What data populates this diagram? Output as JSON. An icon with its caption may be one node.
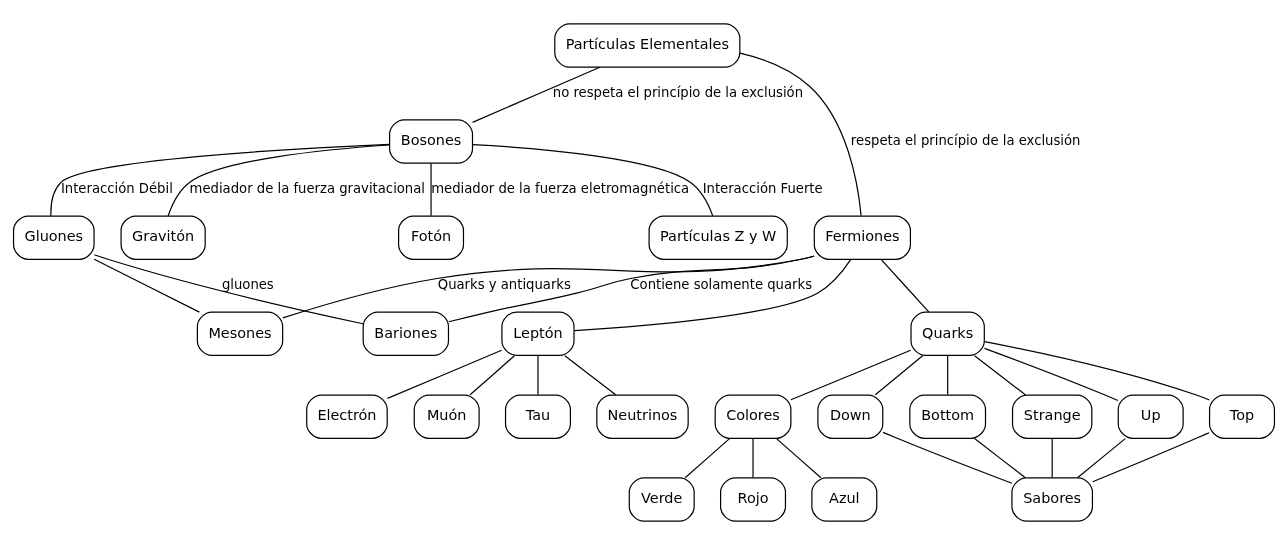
{
  "diagram": {
    "nodes": [
      {
        "text": [
          "Partículas Elementales"
        ]
      },
      {
        "text": [
          "Fermiones"
        ]
      },
      {
        "text": [
          "Bosones"
        ]
      },
      {
        "text": [
          "Partículas Z y W"
        ]
      },
      {
        "text": [
          "Leptón"
        ]
      },
      {
        "text": [
          "Electrón"
        ]
      },
      {
        "text": [
          "Muón"
        ]
      },
      {
        "text": [
          "Tau"
        ]
      },
      {
        "text": [
          "Neutrinos"
        ]
      },
      {
        "text": [
          "Quarks"
        ]
      },
      {
        "text": [
          "Colores"
        ]
      },
      {
        "text": [
          "Azul"
        ]
      },
      {
        "text": [
          "Verde"
        ]
      },
      {
        "text": [
          "Rojo"
        ]
      },
      {
        "text": [
          "Up"
        ]
      },
      {
        "text": [
          "Top"
        ]
      },
      {
        "text": [
          "Down"
        ]
      },
      {
        "text": [
          "Bottom"
        ]
      },
      {
        "text": [
          "Strange"
        ]
      },
      {
        "text": [
          "Sabores"
        ]
      },
      {
        "text": [
          "Gravitón"
        ]
      },
      {
        "text": [
          "Fotón"
        ]
      },
      {
        "text": [
          "Gluones"
        ]
      },
      {
        "text": [
          "Mesones"
        ]
      },
      {
        "text": [
          "Bariones"
        ]
      }
    ],
    "edges": [
      {
        "from": 0,
        "to": 1,
        "arrow": "none",
        "label": "respeta el princípio de la exclusión"
      },
      {
        "from": 0,
        "to": 2,
        "arrow": "none",
        "label": "no respeta el princípio de la exclusión"
      },
      {
        "from": 2,
        "to": 3,
        "arrow": "none",
        "label": "Interacción Fuerte"
      },
      {
        "from": 1,
        "to": 4,
        "arrow": "none"
      },
      {
        "from": 4,
        "to": 5,
        "arrow": "none"
      },
      {
        "from": 4,
        "to": 6,
        "arrow": "none"
      },
      {
        "from": 4,
        "to": 7,
        "arrow": "none"
      },
      {
        "from": 4,
        "to": 8,
        "arrow": "none"
      },
      {
        "from": 1,
        "to": 9,
        "arrow": "none"
      },
      {
        "from": 9,
        "to": 10,
        "arrow": "none"
      },
      {
        "from": 10,
        "to": 11,
        "arrow": "none"
      },
      {
        "from": 10,
        "to": 12,
        "arrow": "none"
      },
      {
        "from": 10,
        "to": 13,
        "arrow": "none"
      },
      {
        "from": 9,
        "to": 14,
        "arrow": "none"
      },
      {
        "from": 9,
        "to": 15,
        "arrow": "none"
      },
      {
        "from": 9,
        "to": 16,
        "arrow": "none"
      },
      {
        "from": 9,
        "to": 17,
        "arrow": "none"
      },
      {
        "from": 9,
        "to": 18,
        "arrow": "none"
      },
      {
        "from": 14,
        "to": 19,
        "arrow": "none"
      },
      {
        "from": 15,
        "to": 19,
        "arrow": "none"
      },
      {
        "from": 16,
        "to": 19,
        "arrow": "none"
      },
      {
        "from": 17,
        "to": 19,
        "arrow": "none"
      },
      {
        "from": 18,
        "to": 19,
        "arrow": "none"
      },
      {
        "from": 2,
        "to": 20,
        "arrow": "none",
        "label": "mediador de la fuerza gravitacional"
      },
      {
        "from": 2,
        "to": 21,
        "arrow": "none",
        "label": "mediador de la fuerza eletromagnética"
      },
      {
        "from": 2,
        "to": 22,
        "arrow": "none",
        "label": "Interacción Débil"
      },
      {
        "from": 1,
        "to": 23,
        "arrow": "none",
        "label": "Quarks y antiquarks"
      },
      {
        "from": 1,
        "to": 24,
        "arrow": "none",
        "label": "Contiene solamente quarks"
      },
      {
        "from": 22,
        "to": 23,
        "arrow": "none"
      },
      {
        "from": 22,
        "to": 24,
        "arrow": "none",
        "label": "gluones"
      }
    ]
  }
}
